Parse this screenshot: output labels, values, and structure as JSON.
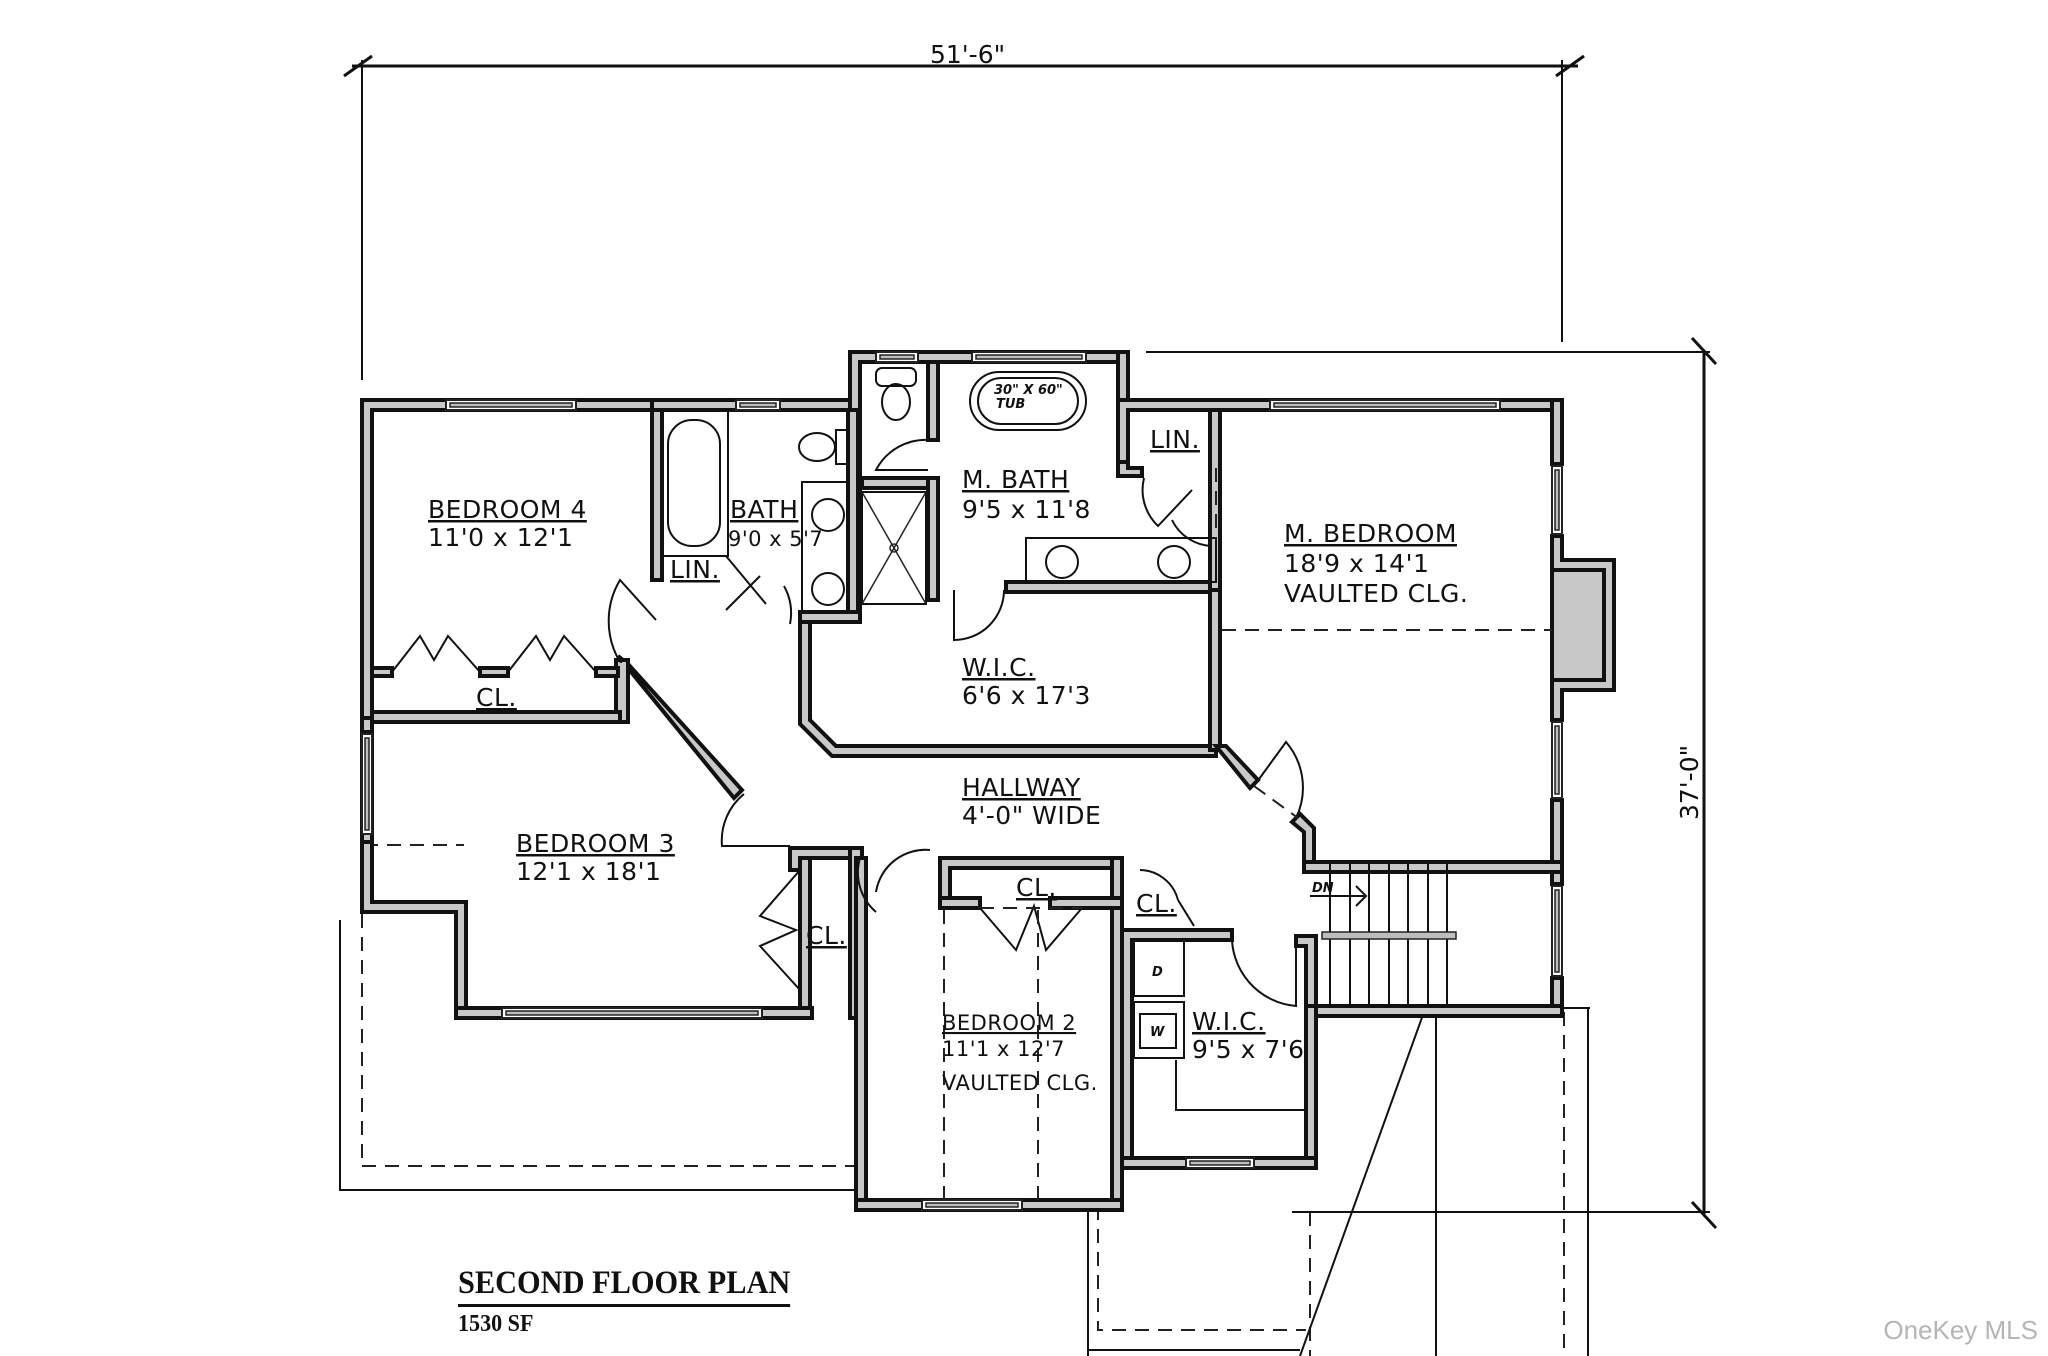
{
  "plan": {
    "title": "SECOND FLOOR PLAN",
    "area": "1530 SF",
    "overall_width": "51'-6\"",
    "overall_depth": "37'-0\"",
    "stair_direction": "DN",
    "tub_label_line1": "30\" X 60\"",
    "tub_label_line2": "TUB",
    "dryer_label": "D",
    "washer_label": "W"
  },
  "rooms": [
    {
      "name": "BEDROOM 4",
      "size": "11'0 x 12'1",
      "note": ""
    },
    {
      "name": "BATH",
      "size": "9'0 x 5'7",
      "note": ""
    },
    {
      "name": "LIN.",
      "size": "",
      "note": ""
    },
    {
      "name": "M. BATH",
      "size": "9'5 x 11'8",
      "note": ""
    },
    {
      "name": "LIN.",
      "size": "",
      "note": ""
    },
    {
      "name": "M. BEDROOM",
      "size": "18'9 x 14'1",
      "note": "VAULTED CLG."
    },
    {
      "name": "CL.",
      "size": "",
      "note": ""
    },
    {
      "name": "W.I.C.",
      "size": "6'6 x 17'3",
      "note": ""
    },
    {
      "name": "HALLWAY",
      "size": "4'-0\" WIDE",
      "note": ""
    },
    {
      "name": "BEDROOM 3",
      "size": "12'1 x 18'1",
      "note": ""
    },
    {
      "name": "CL.",
      "size": "",
      "note": ""
    },
    {
      "name": "CL.",
      "size": "",
      "note": ""
    },
    {
      "name": "CL.",
      "size": "",
      "note": ""
    },
    {
      "name": "BEDROOM 2",
      "size": "11'1 x 12'7",
      "note": "VAULTED CLG."
    },
    {
      "name": "W.I.C.",
      "size": "9'5 x 7'6",
      "note": ""
    }
  ],
  "watermark": "OneKey MLS"
}
